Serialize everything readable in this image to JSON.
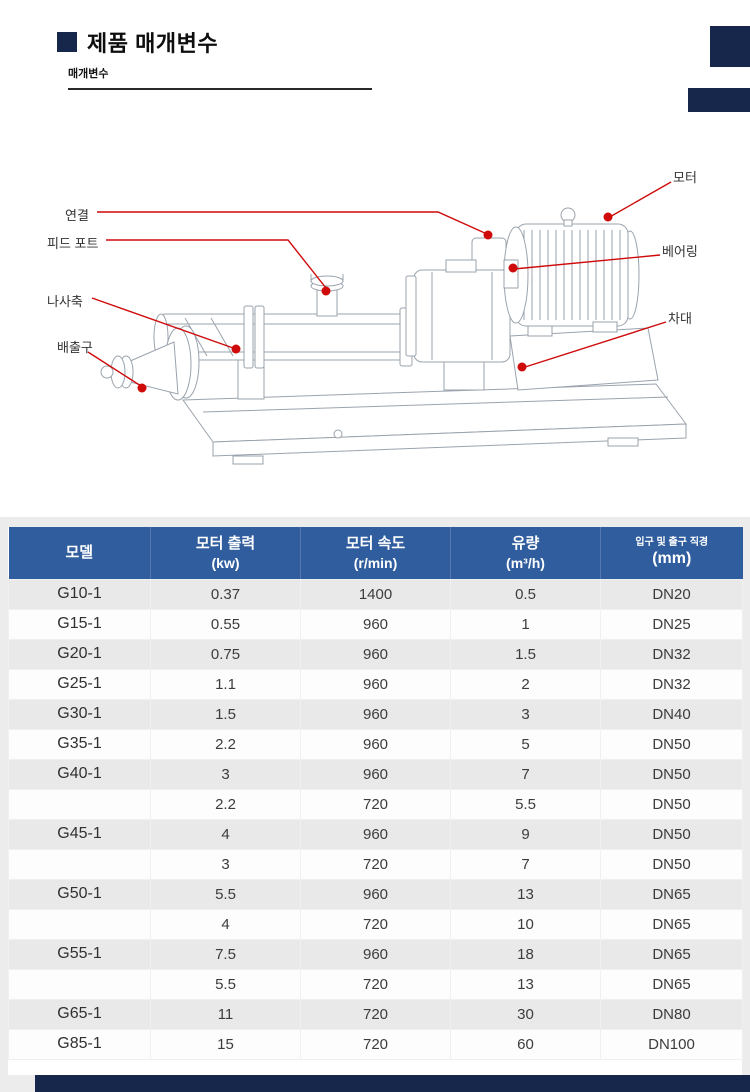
{
  "header": {
    "title": "제품 매개변수",
    "subtitle": "매개변수"
  },
  "diagram": {
    "callouts": {
      "motor": "모터",
      "bearing": "베어링",
      "chassis": "차대",
      "connection": "연결",
      "feed_port": "피드 포트",
      "screw_shaft": "나사축",
      "outlet": "배출구"
    }
  },
  "table": {
    "columns": [
      {
        "title": "모델",
        "unit": ""
      },
      {
        "title": "모터 출력",
        "unit": "(kw)"
      },
      {
        "title": "모터 속도",
        "unit": "(r/min)"
      },
      {
        "title": "유량",
        "unit": "(m³/h)"
      },
      {
        "title": "입구 및 출구 직경",
        "unit": "(mm)"
      }
    ],
    "rows": [
      {
        "model": "G10-1",
        "power": "0.37",
        "speed": "1400",
        "flow": "0.5",
        "diameter": "DN20"
      },
      {
        "model": "G15-1",
        "power": "0.55",
        "speed": "960",
        "flow": "1",
        "diameter": "DN25"
      },
      {
        "model": "G20-1",
        "power": "0.75",
        "speed": "960",
        "flow": "1.5",
        "diameter": "DN32"
      },
      {
        "model": "G25-1",
        "power": "1.1",
        "speed": "960",
        "flow": "2",
        "diameter": "DN32"
      },
      {
        "model": "G30-1",
        "power": "1.5",
        "speed": "960",
        "flow": "3",
        "diameter": "DN40"
      },
      {
        "model": "G35-1",
        "power": "2.2",
        "speed": "960",
        "flow": "5",
        "diameter": "DN50"
      },
      {
        "model": "G40-1",
        "power": "3",
        "speed": "960",
        "flow": "7",
        "diameter": "DN50"
      },
      {
        "model": "",
        "power": "2.2",
        "speed": "720",
        "flow": "5.5",
        "diameter": "DN50"
      },
      {
        "model": "G45-1",
        "power": "4",
        "speed": "960",
        "flow": "9",
        "diameter": "DN50"
      },
      {
        "model": "",
        "power": "3",
        "speed": "720",
        "flow": "7",
        "diameter": "DN50"
      },
      {
        "model": "G50-1",
        "power": "5.5",
        "speed": "960",
        "flow": "13",
        "diameter": "DN65"
      },
      {
        "model": "",
        "power": "4",
        "speed": "720",
        "flow": "10",
        "diameter": "DN65"
      },
      {
        "model": "G55-1",
        "power": "7.5",
        "speed": "960",
        "flow": "18",
        "diameter": "DN65"
      },
      {
        "model": "",
        "power": "5.5",
        "speed": "720",
        "flow": "13",
        "diameter": "DN65"
      },
      {
        "model": "G65-1",
        "power": "11",
        "speed": "720",
        "flow": "30",
        "diameter": "DN80"
      },
      {
        "model": "G85-1",
        "power": "15",
        "speed": "720",
        "flow": "60",
        "diameter": "DN100"
      }
    ]
  },
  "colors": {
    "navy": "#17264b",
    "table_header": "#2f5d9e",
    "row_alt": "#e9e9e9",
    "callout_red": "#cf0a0a"
  }
}
